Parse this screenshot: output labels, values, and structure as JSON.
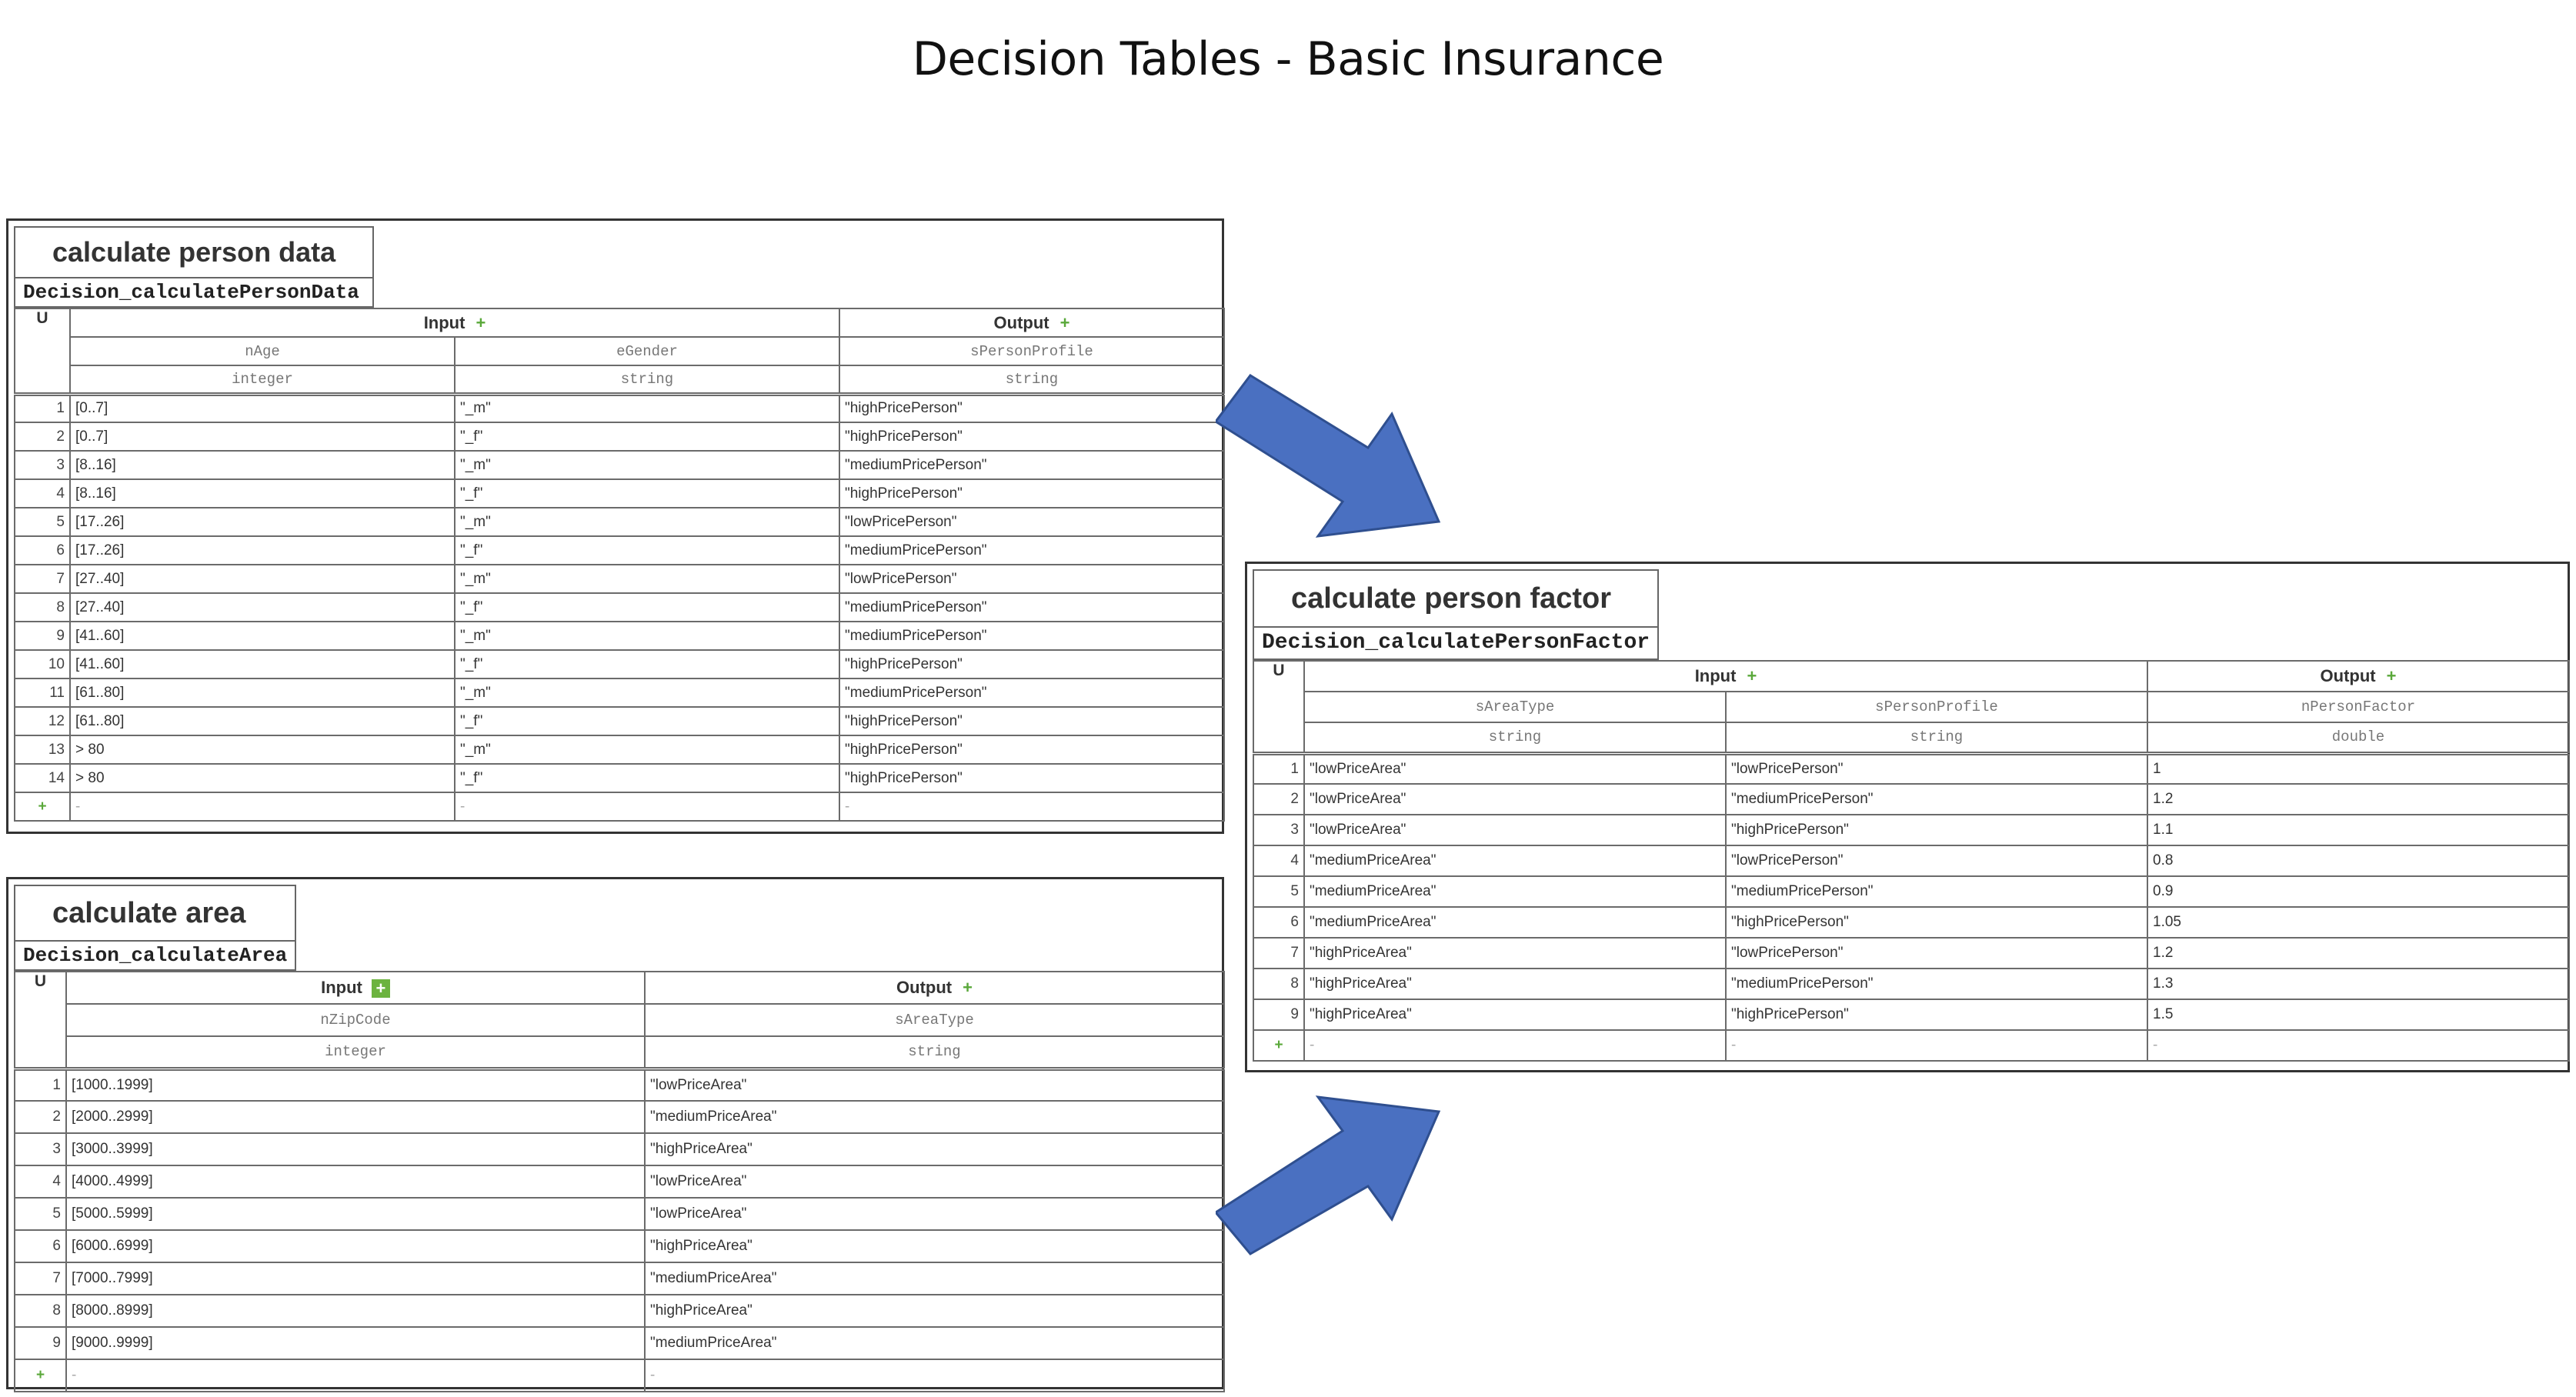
{
  "slide": {
    "title": "Decision Tables - Basic Insurance"
  },
  "tables": {
    "person_data": {
      "name": "calculate person data",
      "id": "Decision_calculatePersonData",
      "hit_policy": "U",
      "input_label": "Input",
      "output_label": "Output",
      "add_symbol": "+",
      "columns": {
        "inputs": [
          {
            "var": "nAge",
            "type": "integer"
          },
          {
            "var": "eGender",
            "type": "string"
          }
        ],
        "outputs": [
          {
            "var": "sPersonProfile",
            "type": "string"
          }
        ]
      },
      "rows": [
        [
          "1",
          "[0..7]",
          "\"_m\"",
          "\"highPricePerson\""
        ],
        [
          "2",
          "[0..7]",
          "\"_f\"",
          "\"highPricePerson\""
        ],
        [
          "3",
          "[8..16]",
          "\"_m\"",
          "\"mediumPricePerson\""
        ],
        [
          "4",
          "[8..16]",
          "\"_f\"",
          "\"highPricePerson\""
        ],
        [
          "5",
          "[17..26]",
          "\"_m\"",
          "\"lowPricePerson\""
        ],
        [
          "6",
          "[17..26]",
          "\"_f\"",
          "\"mediumPricePerson\""
        ],
        [
          "7",
          "[27..40]",
          "\"_m\"",
          "\"lowPricePerson\""
        ],
        [
          "8",
          "[27..40]",
          "\"_f\"",
          "\"mediumPricePerson\""
        ],
        [
          "9",
          "[41..60]",
          "\"_m\"",
          "\"mediumPricePerson\""
        ],
        [
          "10",
          "[41..60]",
          "\"_f\"",
          "\"highPricePerson\""
        ],
        [
          "11",
          "[61..80]",
          "\"_m\"",
          "\"mediumPricePerson\""
        ],
        [
          "12",
          "[61..80]",
          "\"_f\"",
          "\"highPricePerson\""
        ],
        [
          "13",
          "> 80",
          "\"_m\"",
          "\"highPricePerson\""
        ],
        [
          "14",
          "> 80",
          "\"_f\"",
          "\"highPricePerson\""
        ]
      ],
      "empty_cell": "-"
    },
    "area": {
      "name": "calculate area",
      "id": "Decision_calculateArea",
      "hit_policy": "U",
      "input_label": "Input",
      "output_label": "Output",
      "add_symbol": "+",
      "columns": {
        "inputs": [
          {
            "var": "nZipCode",
            "type": "integer"
          }
        ],
        "outputs": [
          {
            "var": "sAreaType",
            "type": "string"
          }
        ]
      },
      "rows": [
        [
          "1",
          "[1000..1999]",
          "\"lowPriceArea\""
        ],
        [
          "2",
          "[2000..2999]",
          "\"mediumPriceArea\""
        ],
        [
          "3",
          "[3000..3999]",
          "\"highPriceArea\""
        ],
        [
          "4",
          "[4000..4999]",
          "\"lowPriceArea\""
        ],
        [
          "5",
          "[5000..5999]",
          "\"lowPriceArea\""
        ],
        [
          "6",
          "[6000..6999]",
          "\"highPriceArea\""
        ],
        [
          "7",
          "[7000..7999]",
          "\"mediumPriceArea\""
        ],
        [
          "8",
          "[8000..8999]",
          "\"highPriceArea\""
        ],
        [
          "9",
          "[9000..9999]",
          "\"mediumPriceArea\""
        ]
      ],
      "empty_cell": "-"
    },
    "person_factor": {
      "name": "calculate person factor",
      "id": "Decision_calculatePersonFactor",
      "hit_policy": "U",
      "input_label": "Input",
      "output_label": "Output",
      "add_symbol": "+",
      "columns": {
        "inputs": [
          {
            "var": "sAreaType",
            "type": "string"
          },
          {
            "var": "sPersonProfile",
            "type": "string"
          }
        ],
        "outputs": [
          {
            "var": "nPersonFactor",
            "type": "double"
          }
        ]
      },
      "rows": [
        [
          "1",
          "\"lowPriceArea\"",
          "\"lowPricePerson\"",
          "1"
        ],
        [
          "2",
          "\"lowPriceArea\"",
          "\"mediumPricePerson\"",
          "1.2"
        ],
        [
          "3",
          "\"lowPriceArea\"",
          "\"highPricePerson\"",
          "1.1"
        ],
        [
          "4",
          "\"mediumPriceArea\"",
          "\"lowPricePerson\"",
          "0.8"
        ],
        [
          "5",
          "\"mediumPriceArea\"",
          "\"mediumPricePerson\"",
          "0.9"
        ],
        [
          "6",
          "\"mediumPriceArea\"",
          "\"highPricePerson\"",
          "1.05"
        ],
        [
          "7",
          "\"highPriceArea\"",
          "\"lowPricePerson\"",
          "1.2"
        ],
        [
          "8",
          "\"highPriceArea\"",
          "\"mediumPricePerson\"",
          "1.3"
        ],
        [
          "9",
          "\"highPriceArea\"",
          "\"highPricePerson\"",
          "1.5"
        ]
      ],
      "empty_cell": "-"
    }
  },
  "colors": {
    "arrow_fill": "#4a70c1",
    "arrow_stroke": "#2f4f8f",
    "add_green": "#5aa83a"
  }
}
